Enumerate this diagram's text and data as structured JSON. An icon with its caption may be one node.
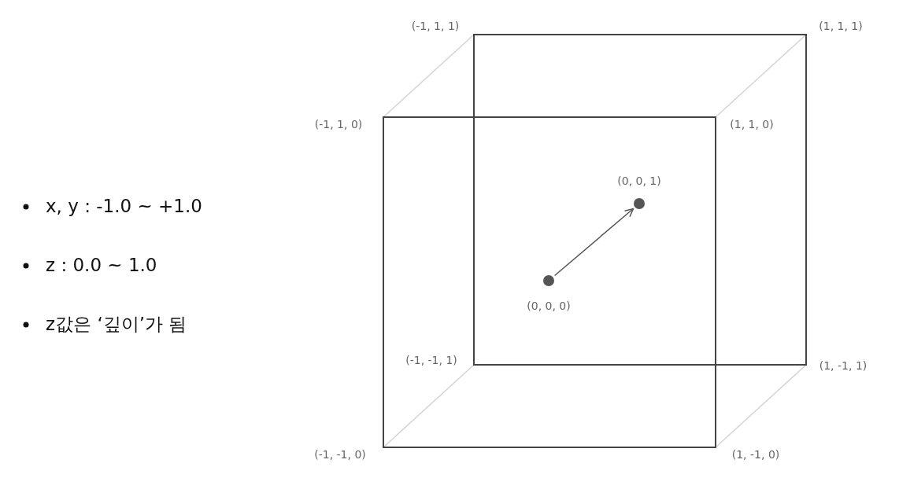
{
  "diagram": {
    "nodes": [
      {
        "text": [],
        "shape": "circle",
        "beside": [
          "(0, 0, 0)"
        ]
      },
      {
        "text": [],
        "shape": "circle",
        "beside": [
          "(0, 0, 1)"
        ]
      }
    ],
    "edges": [
      {
        "from": 0,
        "to": 1,
        "arrow": "to"
      }
    ],
    "labels": [
      "(-1, 1, 1)",
      "(1, 1, 1)",
      "(-1, 1, 0)",
      "(1, 1, 0)",
      "x, y : -1.0 ~ +1.0",
      "z : 0.0 ~ 1.0",
      "z값은 ‘깊이’가 됨",
      "(-1, -1, 1)",
      "(1, -1, 1)",
      "(-1, -1, 0)",
      "(1, -1, 0)"
    ]
  }
}
